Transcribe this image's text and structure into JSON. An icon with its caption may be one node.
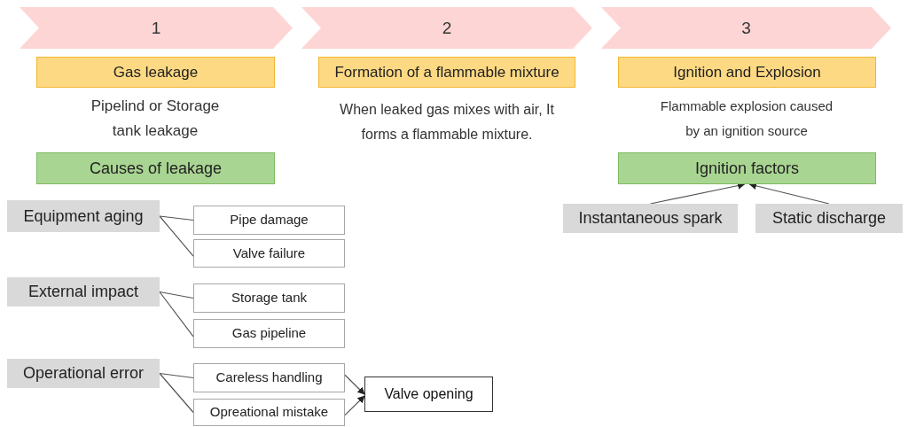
{
  "diagram": {
    "nodes": [
      {
        "text": [
          "1"
        ]
      },
      {
        "text": [
          "2"
        ]
      },
      {
        "text": [
          "3"
        ]
      },
      {
        "text": [
          "Gas leakage"
        ]
      },
      {
        "text": [
          "Formation of a flammable mixture"
        ]
      },
      {
        "text": [
          "Ignition and Explosion"
        ]
      },
      {
        "text": [
          "Causes of leakage"
        ]
      },
      {
        "text": [
          "Ignition factors"
        ]
      },
      {
        "text": [
          "Equipment aging"
        ]
      },
      {
        "text": [
          "Pipe damage"
        ]
      },
      {
        "text": [
          "Valve failure"
        ]
      },
      {
        "text": [
          "External impact"
        ]
      },
      {
        "text": [
          "Storage tank"
        ]
      },
      {
        "text": [
          "Gas pipeline"
        ]
      },
      {
        "text": [
          "Operational error"
        ]
      },
      {
        "text": [
          "Careless handling"
        ]
      },
      {
        "text": [
          "Opreational mistake"
        ]
      },
      {
        "text": [
          "Valve opening"
        ]
      },
      {
        "text": [
          "Instantaneous spark"
        ]
      },
      {
        "text": [
          "Static discharge"
        ]
      }
    ],
    "edges": [
      {
        "from": 8,
        "to": 9,
        "arrow": "none"
      },
      {
        "from": 8,
        "to": 10,
        "arrow": "none"
      },
      {
        "from": 11,
        "to": 12,
        "arrow": "none"
      },
      {
        "from": 11,
        "to": 13,
        "arrow": "none"
      },
      {
        "from": 14,
        "to": 15,
        "arrow": "none"
      },
      {
        "from": 14,
        "to": 16,
        "arrow": "none"
      },
      {
        "from": 15,
        "to": 17,
        "arrow": "to"
      },
      {
        "from": 16,
        "to": 17,
        "arrow": "to"
      },
      {
        "from": 18,
        "to": 7,
        "arrow": "to"
      },
      {
        "from": 19,
        "to": 7,
        "arrow": "to"
      }
    ],
    "labels": [
      "Pipelind or Storage tank leakage",
      "When leaked gas mixes with air, It forms a flammable mixture.",
      "Flammable explosion caused by an ignition source"
    ]
  }
}
